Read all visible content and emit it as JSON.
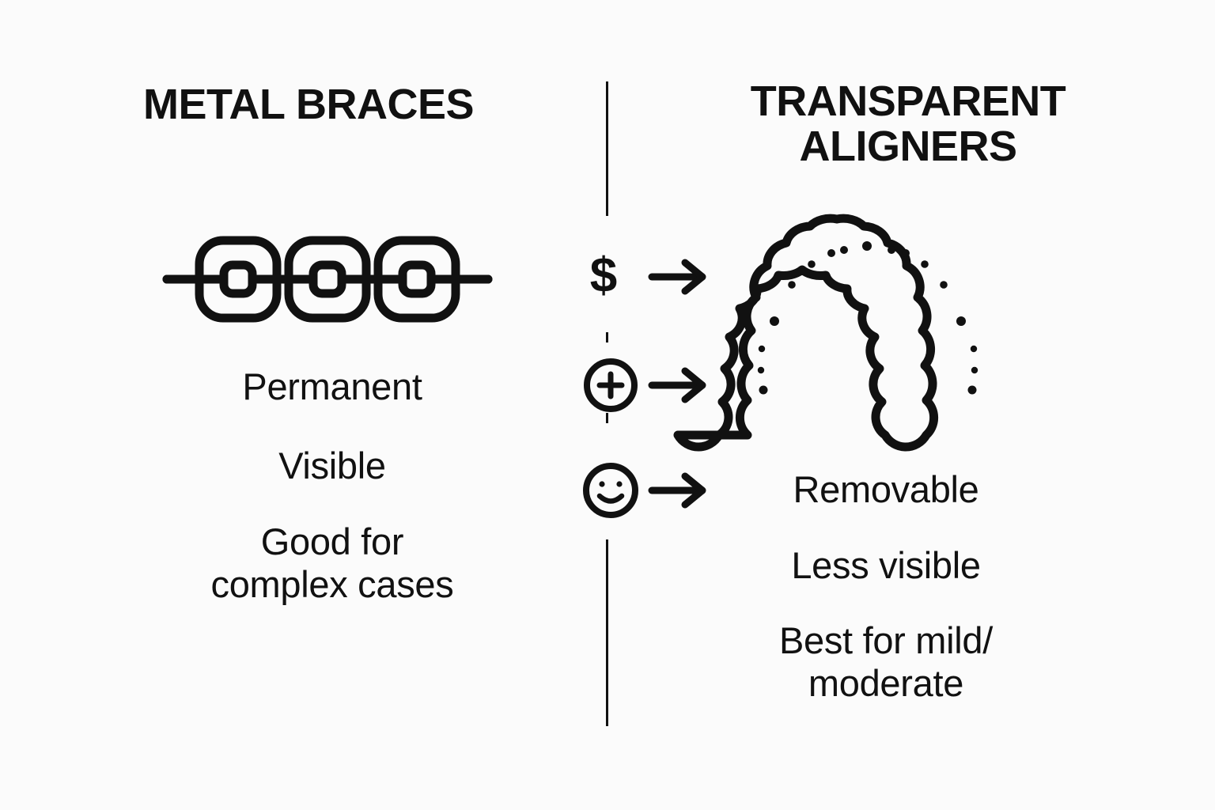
{
  "background_color": "#FBFBFB",
  "ink_color": "#111111",
  "columns": {
    "left": {
      "title": "METAL BRACES",
      "icon": "metal-braces-bracket-icon",
      "features": [
        "Permanent",
        "Visible",
        "Good for\ncomplex cases"
      ]
    },
    "right": {
      "title": "TRANSPARENT ALIGNERS",
      "title_line_1": "TRANSPARENT",
      "title_line_2": "ALIGNERS",
      "icon": "clear-aligner-tray-icon",
      "features": [
        "Removable",
        "Less visible",
        "Best for mild/\nmoderate"
      ]
    }
  },
  "center_markers": [
    {
      "icon": "dollar-sign-icon",
      "glyph": "$",
      "arrow": "→",
      "meaning": "cost"
    },
    {
      "icon": "circle-plus-icon",
      "glyph": "+",
      "arrow": "→",
      "meaning": "benefit"
    },
    {
      "icon": "smiley-face-icon",
      "glyph": "☺",
      "arrow": "→",
      "meaning": "comfort"
    }
  ],
  "divider": {
    "name": "vertical-divider",
    "segments": 2
  }
}
